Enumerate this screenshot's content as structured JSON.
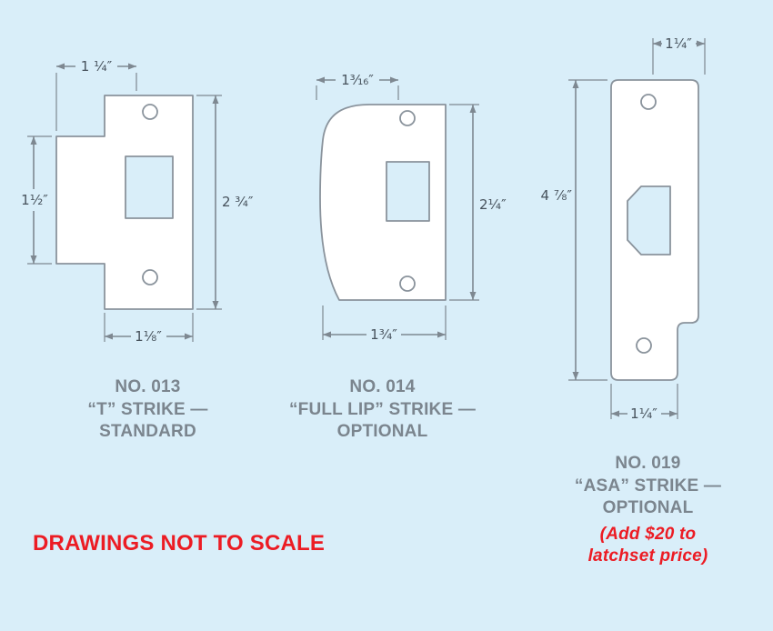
{
  "colors": {
    "background": "#d9eef9",
    "plate_fill": "#ffffff",
    "line_gray": "#7e8891",
    "dimension_text": "#47525c",
    "caption_gray": "#7b858e",
    "accent_red": "#ec1c24"
  },
  "figures": [
    {
      "name": "t-strike",
      "dims": {
        "top": "1 ¹⁄₄″",
        "left": "1¹⁄₂″",
        "right": "2 ³⁄₄″",
        "bottom": "1¹⁄₈″"
      },
      "caption": {
        "line1": "NO. 013",
        "line2": "“T” STRIKE —",
        "line3": "STANDARD"
      }
    },
    {
      "name": "full-lip-strike",
      "dims": {
        "top": "1³⁄₁₆″",
        "right": "2¹⁄₄″",
        "bottom": "1³⁄₄″"
      },
      "caption": {
        "line1": "NO. 014",
        "line2": "“FULL LIP” STRIKE —",
        "line3": "OPTIONAL"
      }
    },
    {
      "name": "asa-strike",
      "dims": {
        "top": "1¹⁄₄″",
        "left": "4 ⁷⁄₈″",
        "bottom": "1¹⁄₄″"
      },
      "caption": {
        "line1": "NO. 019",
        "line2": "“ASA” STRIKE —",
        "line3": "OPTIONAL"
      },
      "note": {
        "line1": "(Add $20 to",
        "line2": "latchset price)"
      }
    }
  ],
  "footer": {
    "not_to_scale": "DRAWINGS NOT TO SCALE"
  }
}
